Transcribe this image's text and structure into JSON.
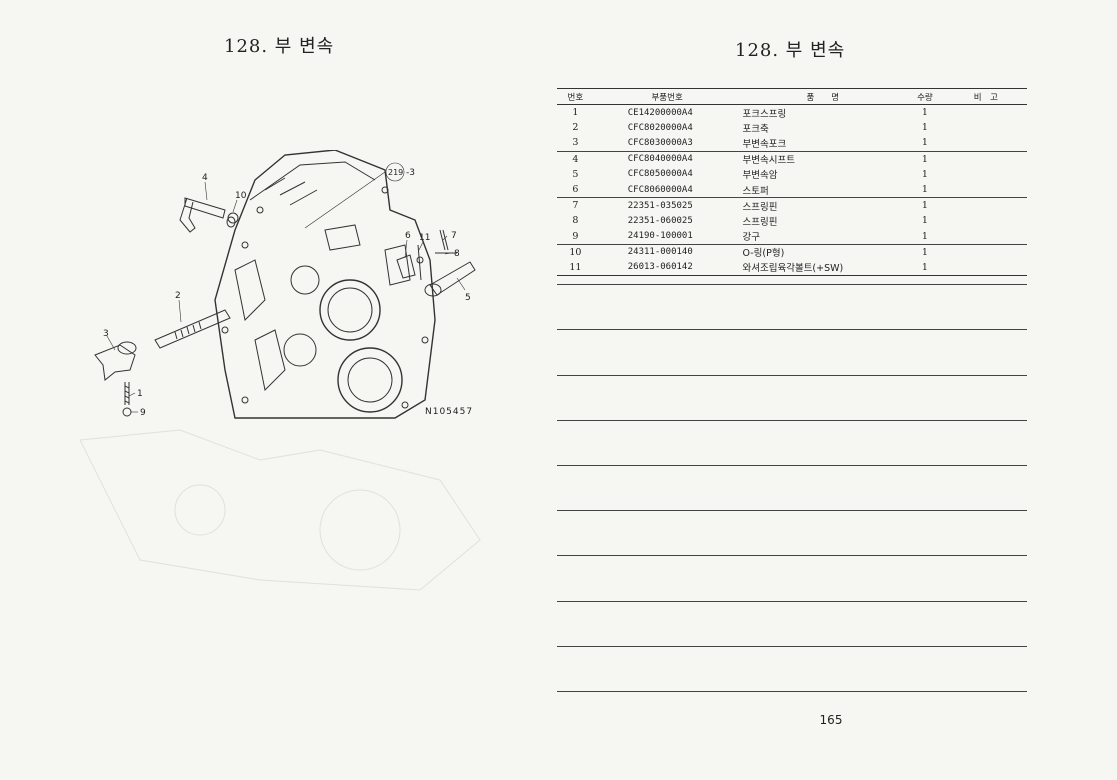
{
  "left_page": {
    "title": "128. 부 변속",
    "diagram": {
      "code": "N105457",
      "ref_label": "-3",
      "ref_circle": "219",
      "callouts": [
        "4",
        "10",
        "6",
        "11",
        "7",
        "8",
        "5",
        "2",
        "3",
        "1",
        "9"
      ]
    }
  },
  "right_page": {
    "title": "128. 부 변속",
    "table": {
      "headers": {
        "no": "번호",
        "part_number": "부품번호",
        "name": "품　　명",
        "qty": "수량",
        "remarks": "비　고"
      },
      "rows": [
        {
          "no": "1",
          "part_number": "CE14200000A4",
          "name": "포크스프링",
          "qty": "1",
          "remarks": ""
        },
        {
          "no": "2",
          "part_number": "CFC8020000A4",
          "name": "포크축",
          "qty": "1",
          "remarks": ""
        },
        {
          "no": "3",
          "part_number": "CFC8030000A3",
          "name": "부변속포크",
          "qty": "1",
          "remarks": ""
        },
        {
          "no": "4",
          "part_number": "CFC8040000A4",
          "name": "부변속시프트",
          "qty": "1",
          "remarks": ""
        },
        {
          "no": "5",
          "part_number": "CFC8050000A4",
          "name": "부변속암",
          "qty": "1",
          "remarks": ""
        },
        {
          "no": "6",
          "part_number": "CFC8060000A4",
          "name": "스토퍼",
          "qty": "1",
          "remarks": ""
        },
        {
          "no": "7",
          "part_number": "22351-035025",
          "name": "스프링핀",
          "qty": "1",
          "remarks": ""
        },
        {
          "no": "8",
          "part_number": "22351-060025",
          "name": "스프링핀",
          "qty": "1",
          "remarks": ""
        },
        {
          "no": "9",
          "part_number": "24190-100001",
          "name": "강구",
          "qty": "1",
          "remarks": ""
        },
        {
          "no": "10",
          "part_number": "24311-000140",
          "name": "O-링(P형)",
          "qty": "1",
          "remarks": ""
        },
        {
          "no": "11",
          "part_number": "26013-060142",
          "name": "와셔조립육각볼트(+SW)",
          "qty": "1",
          "remarks": ""
        }
      ]
    }
  },
  "page_number": "165"
}
